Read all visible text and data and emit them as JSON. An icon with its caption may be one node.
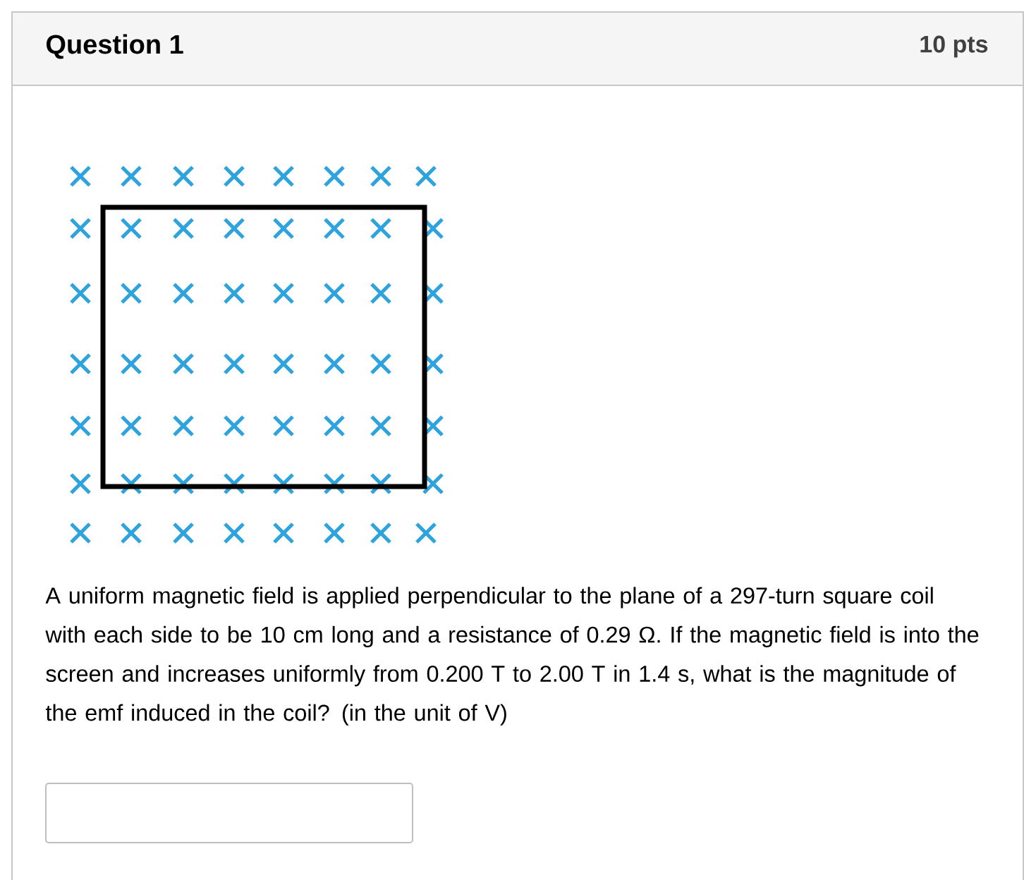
{
  "diagram": {
    "title": "Question 1",
    "labels": [
      "10 pts",
      "A uniform magnetic field is applied perpendicular to the plane of a 297-turn square coil with each side to be 10 cm long and a resistance of 0.29 Ω. If the magnetic field is into the screen and increases uniformly from 0.200 T to 2.00 T in 1.4 s, what is the magnitude of the emf induced in the coil? (in the unit of V)"
    ]
  }
}
